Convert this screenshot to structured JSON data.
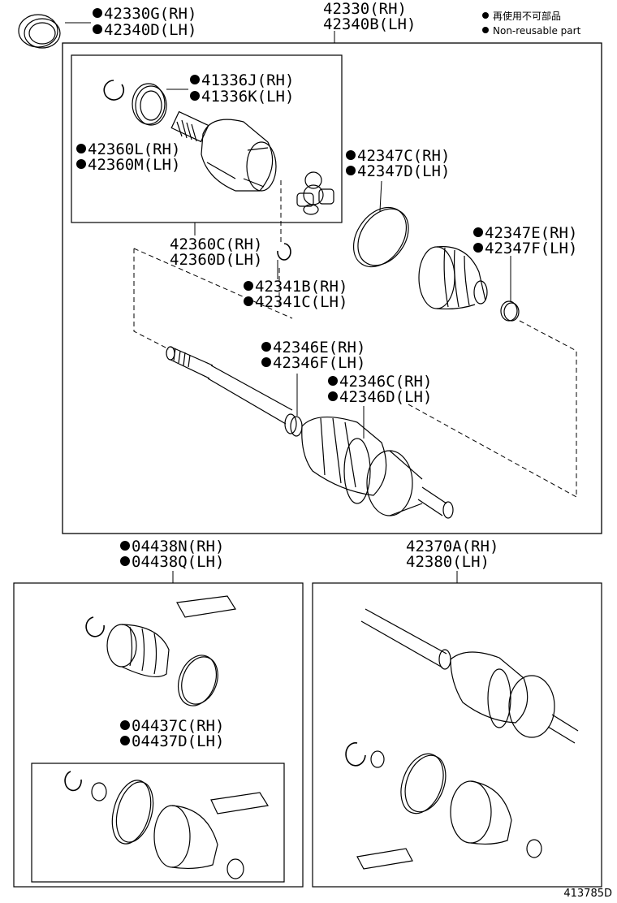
{
  "legend": {
    "reusable_zh": "再使用不可部品",
    "reusable_en": "Non-reusable part"
  },
  "assembly": {
    "rh": "42330(RH)",
    "lh": "42340B(LH)"
  },
  "parts": {
    "p42330G": {
      "rh": "42330G(RH)",
      "lh": "42340D(LH)"
    },
    "p41336J": {
      "rh": "41336J(RH)",
      "lh": "41336K(LH)"
    },
    "p42360L": {
      "rh": "42360L(RH)",
      "lh": "42360M(LH)"
    },
    "p42360C": {
      "rh": "42360C(RH)",
      "lh": "42360D(LH)"
    },
    "p42341B": {
      "rh": "42341B(RH)",
      "lh": "42341C(LH)"
    },
    "p42347C": {
      "rh": "42347C(RH)",
      "lh": "42347D(LH)"
    },
    "p42347E": {
      "rh": "42347E(RH)",
      "lh": "42347F(LH)"
    },
    "p42346E": {
      "rh": "42346E(RH)",
      "lh": "42346F(LH)"
    },
    "p42346C": {
      "rh": "42346C(RH)",
      "lh": "42346D(LH)"
    },
    "p04438N": {
      "rh": "04438N(RH)",
      "lh": "04438Q(LH)"
    },
    "p04437C": {
      "rh": "04437C(RH)",
      "lh": "04437D(LH)"
    },
    "p42370A": {
      "rh": "42370A(RH)",
      "lh": "42380(LH)"
    }
  },
  "illustration_code": "413785D"
}
